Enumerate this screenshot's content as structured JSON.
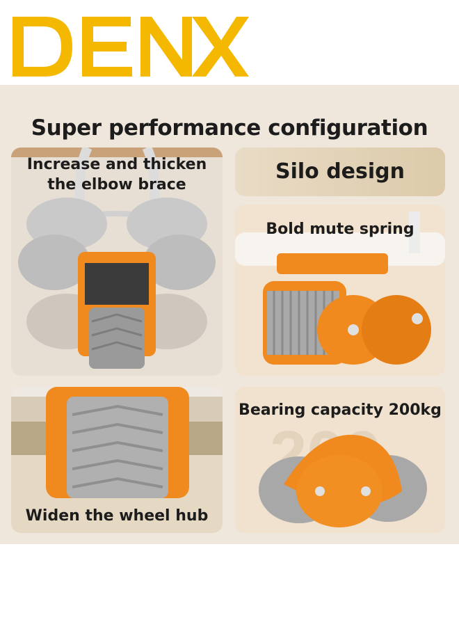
{
  "brand": {
    "logo_text": "DENX",
    "logo_color": "#f5b800"
  },
  "headline": "Super performance configuration",
  "features": {
    "elbow": "Increase and thicken\nthe elbow brace",
    "silo": "Silo design",
    "spring": "Bold mute spring",
    "wheel": "Widen the wheel hub",
    "bearing": "Bearing capacity 200kg"
  },
  "watermark_number": "200",
  "colors": {
    "panel": "#efe6dc",
    "orange": "#f0891e",
    "grey": "#b9b9b9",
    "text": "#1c1c1c"
  }
}
